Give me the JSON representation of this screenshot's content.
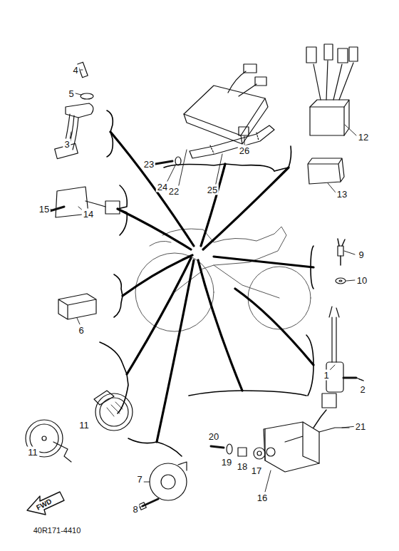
{
  "diagram": {
    "labels": [
      "4",
      "5",
      "3",
      "23",
      "24",
      "22",
      "26",
      "25",
      "12",
      "13",
      "15",
      "14",
      "9",
      "10",
      "6",
      "1",
      "2",
      "11",
      "11",
      "7",
      "8",
      "20",
      "19",
      "18",
      "17",
      "16",
      "21",
      "FWD",
      "40R171-4410"
    ]
  }
}
